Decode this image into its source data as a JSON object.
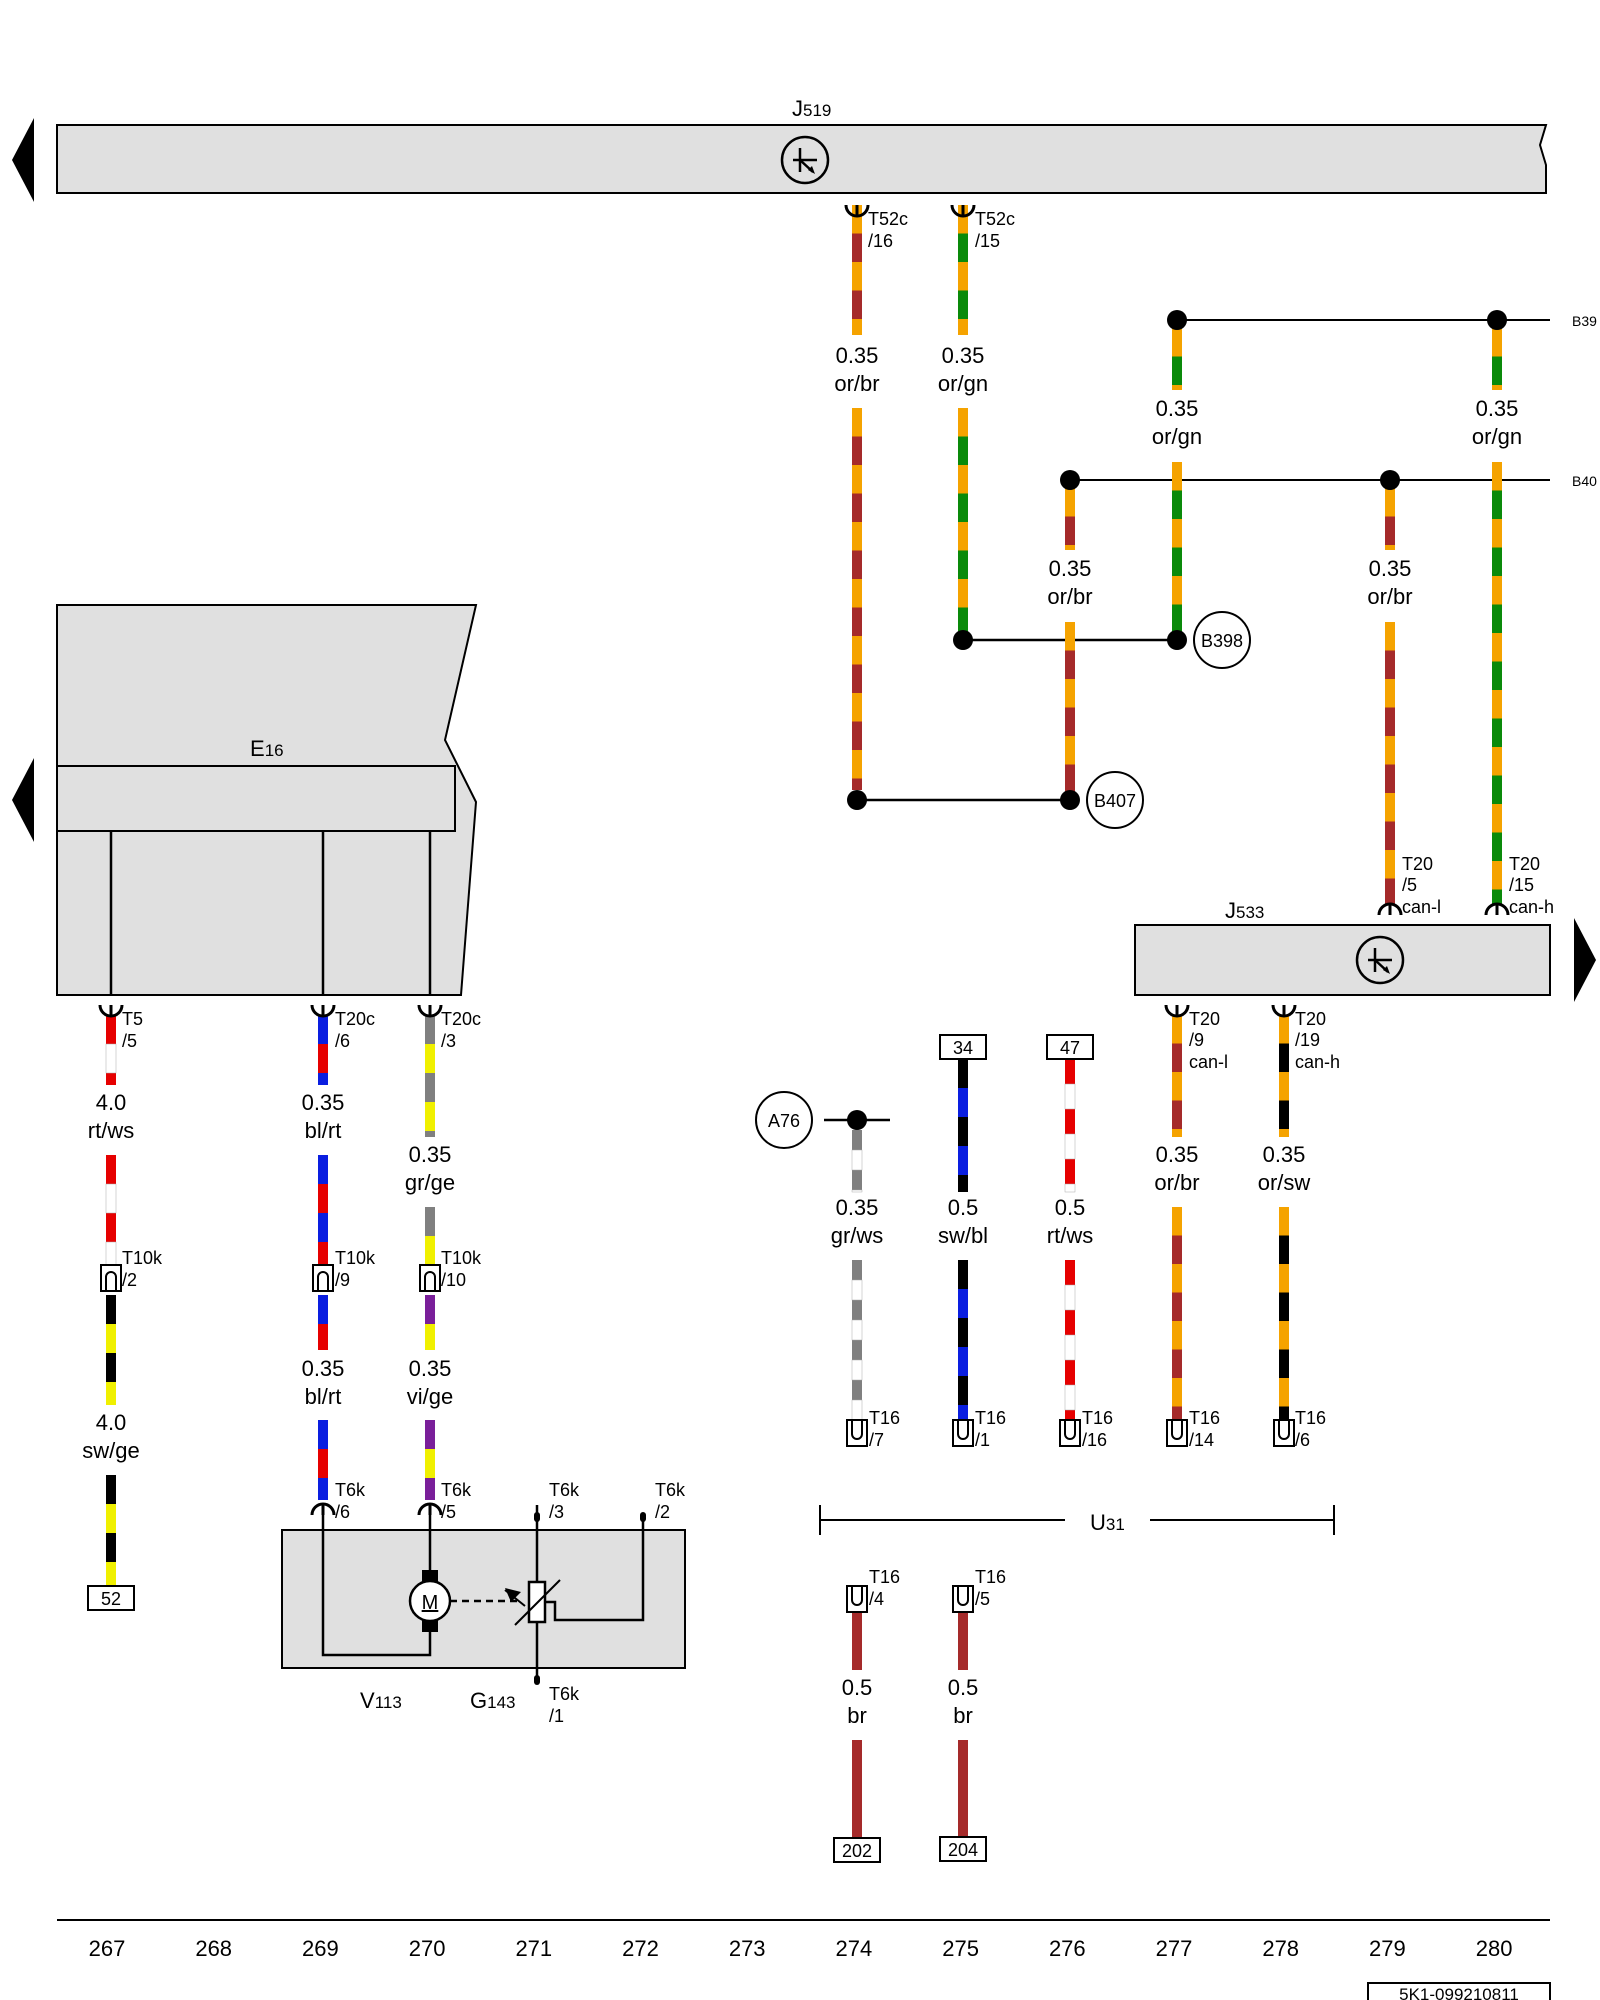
{
  "diagram_code": "5K1-099210811",
  "colors": {
    "or": "#f5a300",
    "br": "#a52a2a",
    "gn": "#0a8a0a",
    "rt": "#e60000",
    "ws": "#ffffff",
    "sw": "#000000",
    "bl": "#0a1ee0",
    "gr": "#808080",
    "ge": "#f0f000",
    "vi": "#7a1f9a",
    "panel": "#e0e0e0"
  },
  "components": {
    "j519": {
      "letter": "J",
      "num": "519"
    },
    "e16": {
      "letter": "E",
      "num": "16"
    },
    "j533": {
      "letter": "J",
      "num": "533"
    },
    "v113": {
      "letter": "V",
      "num": "113"
    },
    "g143": {
      "letter": "G",
      "num": "143"
    },
    "u31": {
      "letter": "U",
      "num": "31"
    },
    "motor_symbol": "M"
  },
  "junctions": {
    "b398": "B398",
    "b407": "B407",
    "a76": "A76",
    "b39": "B39",
    "b40": "B40"
  },
  "refs": {
    "r34": "34",
    "r47": "47",
    "r52": "52",
    "r202": "202",
    "r204": "204"
  },
  "pins": {
    "t52c16": [
      "T52c",
      "/16"
    ],
    "t52c15": [
      "T52c",
      "/15"
    ],
    "t20_5": [
      "T20",
      "/5",
      "can-l"
    ],
    "t20_15": [
      "T20",
      "/15",
      "can-h"
    ],
    "t20_9": [
      "T20",
      "/9",
      "can-l"
    ],
    "t20_19": [
      "T20",
      "/19",
      "can-h"
    ],
    "t5_5": [
      "T5",
      "/5"
    ],
    "t20c6": [
      "T20c",
      "/6"
    ],
    "t20c3": [
      "T20c",
      "/3"
    ],
    "t10k2": [
      "T10k",
      "/2"
    ],
    "t10k9": [
      "T10k",
      "/9"
    ],
    "t10k10": [
      "T10k",
      "/10"
    ],
    "t6k6": [
      "T6k",
      "/6"
    ],
    "t6k5": [
      "T6k",
      "/5"
    ],
    "t6k3": [
      "T6k",
      "/3"
    ],
    "t6k2": [
      "T6k",
      "/2"
    ],
    "t6k1": [
      "T6k",
      "/1"
    ],
    "t16_7": [
      "T16",
      "/7"
    ],
    "t16_1": [
      "T16",
      "/1"
    ],
    "t16_16": [
      "T16",
      "/16"
    ],
    "t16_14": [
      "T16",
      "/14"
    ],
    "t16_6": [
      "T16",
      "/6"
    ],
    "t16_4": [
      "T16",
      "/4"
    ],
    "t16_5": [
      "T16",
      "/5"
    ]
  },
  "wire_labels": {
    "w1": [
      "0.35",
      "or/br"
    ],
    "w2": [
      "0.35",
      "or/gn"
    ],
    "w3": [
      "0.35",
      "or/gn"
    ],
    "w4": [
      "0.35",
      "or/gn"
    ],
    "w5": [
      "0.35",
      "or/br"
    ],
    "w6": [
      "0.35",
      "or/br"
    ],
    "w7": [
      "4.0",
      "rt/ws"
    ],
    "w8": [
      "0.35",
      "bl/rt"
    ],
    "w9": [
      "0.35",
      "gr/ge"
    ],
    "w10": [
      "4.0",
      "sw/ge"
    ],
    "w11": [
      "0.35",
      "bl/rt"
    ],
    "w12": [
      "0.35",
      "vi/ge"
    ],
    "w13": [
      "0.35",
      "gr/ws"
    ],
    "w14": [
      "0.5",
      "sw/bl"
    ],
    "w15": [
      "0.5",
      "rt/ws"
    ],
    "w16": [
      "0.35",
      "or/br"
    ],
    "w17": [
      "0.35",
      "or/sw"
    ],
    "w18": [
      "0.5",
      "br"
    ],
    "w19": [
      "0.5",
      "br"
    ]
  },
  "columns": [
    "267",
    "268",
    "269",
    "270",
    "271",
    "272",
    "273",
    "274",
    "275",
    "276",
    "277",
    "278",
    "279",
    "280"
  ]
}
